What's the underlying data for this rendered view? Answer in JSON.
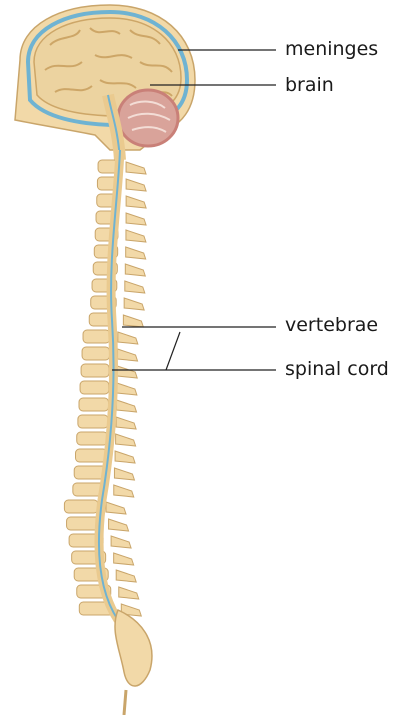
{
  "labels": {
    "meninges": "meninges",
    "brain": "brain",
    "vertebrae": "vertebrae",
    "spinal_cord": "spinal cord"
  },
  "colors": {
    "bone": "#f2d9a8",
    "bone_outline": "#c9a56a",
    "brain": "#ecd3a0",
    "brain_fold": "#cda667",
    "meninges": "#6fb3d2",
    "cerebellum": "#c98078",
    "spinal_cord": "#eaca8f",
    "leader_line": "#222222"
  }
}
